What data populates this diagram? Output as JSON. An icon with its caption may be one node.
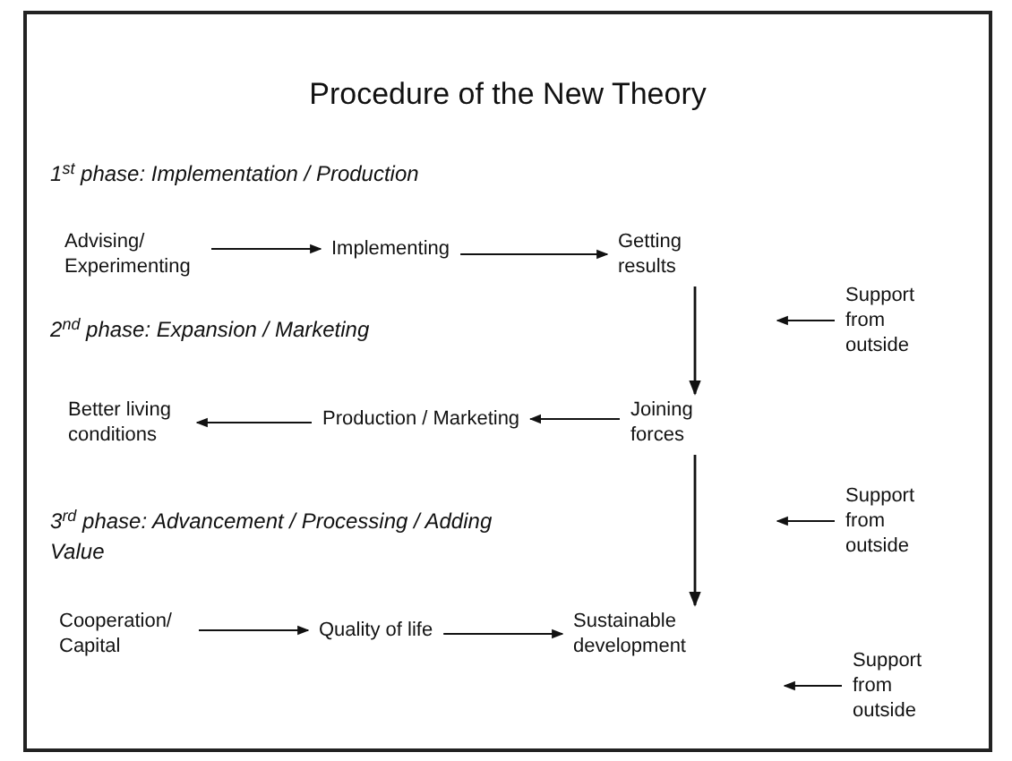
{
  "diagram": {
    "title": "Procedure of the New Theory",
    "nodes": [
      {
        "text": [
          "Advising/ Experimenting"
        ]
      },
      {
        "text": [
          "Implementing"
        ]
      },
      {
        "text": [
          "Getting results"
        ]
      },
      {
        "text": [
          "Support from outside"
        ]
      },
      {
        "text": [
          "Better living conditions"
        ]
      },
      {
        "text": [
          "Production / Marketing"
        ]
      },
      {
        "text": [
          "Joining forces"
        ]
      },
      {
        "text": [
          "Support from outside"
        ]
      },
      {
        "text": [
          "Sustainable development"
        ]
      },
      {
        "text": [
          "Cooperation/ Capital"
        ]
      },
      {
        "text": [
          "Quality of life"
        ]
      },
      {
        "text": [
          "Support from outside"
        ]
      }
    ],
    "edges": [
      {
        "from": 0,
        "to": 1,
        "arrow": "to"
      },
      {
        "from": 1,
        "to": 2,
        "arrow": "to"
      },
      {
        "from": 2,
        "to": 6,
        "arrow": "to"
      },
      {
        "from": 3,
        "to": null,
        "arrow": "to"
      },
      {
        "from": 6,
        "to": 5,
        "arrow": "to"
      },
      {
        "from": 5,
        "to": 4,
        "arrow": "to"
      },
      {
        "from": 6,
        "to": 8,
        "arrow": "to"
      },
      {
        "from": 7,
        "to": null,
        "arrow": "to"
      },
      {
        "from": 9,
        "to": 10,
        "arrow": "to"
      },
      {
        "from": 10,
        "to": 8,
        "arrow": "to"
      },
      {
        "from": 11,
        "to": null,
        "arrow": "to"
      }
    ],
    "labels": [
      "1$^{st}$ phase: Implementation / Production",
      "2$^{nd}$ phase: Expansion / Marketing",
      "3$^{rd}$ phase: Advancement / Processing / Adding Value"
    ]
  }
}
